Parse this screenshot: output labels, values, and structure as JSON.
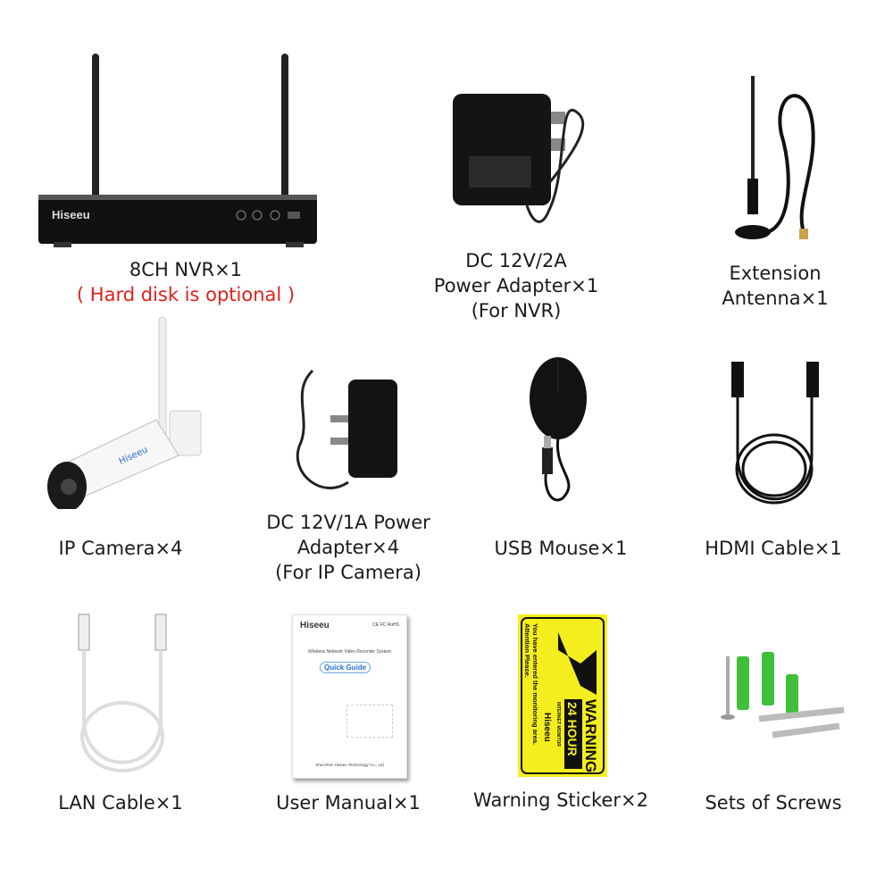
{
  "brand": "Hiseeu",
  "colors": {
    "note_red": "#e0201b",
    "sticker_yellow": "#f5ee1e",
    "anchor_green": "#3fbf3a"
  },
  "items": [
    {
      "lines": [
        "8CH NVR×1"
      ],
      "note": "( Hard disk is optional )",
      "icon": "nvr-recorder"
    },
    {
      "lines": [
        "DC 12V/2A",
        "Power Adapter×1",
        "(For NVR)"
      ],
      "icon": "power-adapter-2a"
    },
    {
      "lines": [
        "Extension",
        "Antenna×1"
      ],
      "icon": "extension-antenna"
    },
    {
      "lines": [
        "IP Camera×4"
      ],
      "icon": "ip-camera"
    },
    {
      "lines": [
        "DC 12V/1A Power",
        "Adapter×4",
        "(For IP Camera)"
      ],
      "icon": "power-adapter-1a"
    },
    {
      "lines": [
        "USB Mouse×1"
      ],
      "icon": "usb-mouse"
    },
    {
      "lines": [
        "HDMI Cable×1"
      ],
      "icon": "hdmi-cable"
    },
    {
      "lines": [
        "LAN Cable×1"
      ],
      "icon": "lan-cable"
    },
    {
      "lines": [
        "User Manual×1"
      ],
      "icon": "user-manual"
    },
    {
      "lines": [
        "Warning Sticker×2"
      ],
      "icon": "warning-sticker"
    },
    {
      "lines": [
        "Sets of Screws"
      ],
      "icon": "screws"
    }
  ],
  "manual": {
    "brand": "Hiseeu",
    "marks": "CE FC RoHS",
    "subtitle": "Wireless Network Video Recorder System",
    "title": "Quick Guide",
    "company": "Shenzhen Hiseeu Technology Co., Ltd"
  },
  "sticker": {
    "attention": "Attention Please.",
    "message": "You have entered the monitoring area.",
    "warning": "WARNING",
    "hours": "24 HOUR",
    "monitor": "INTERNET MONITOR",
    "brand": "Hiseeu"
  }
}
